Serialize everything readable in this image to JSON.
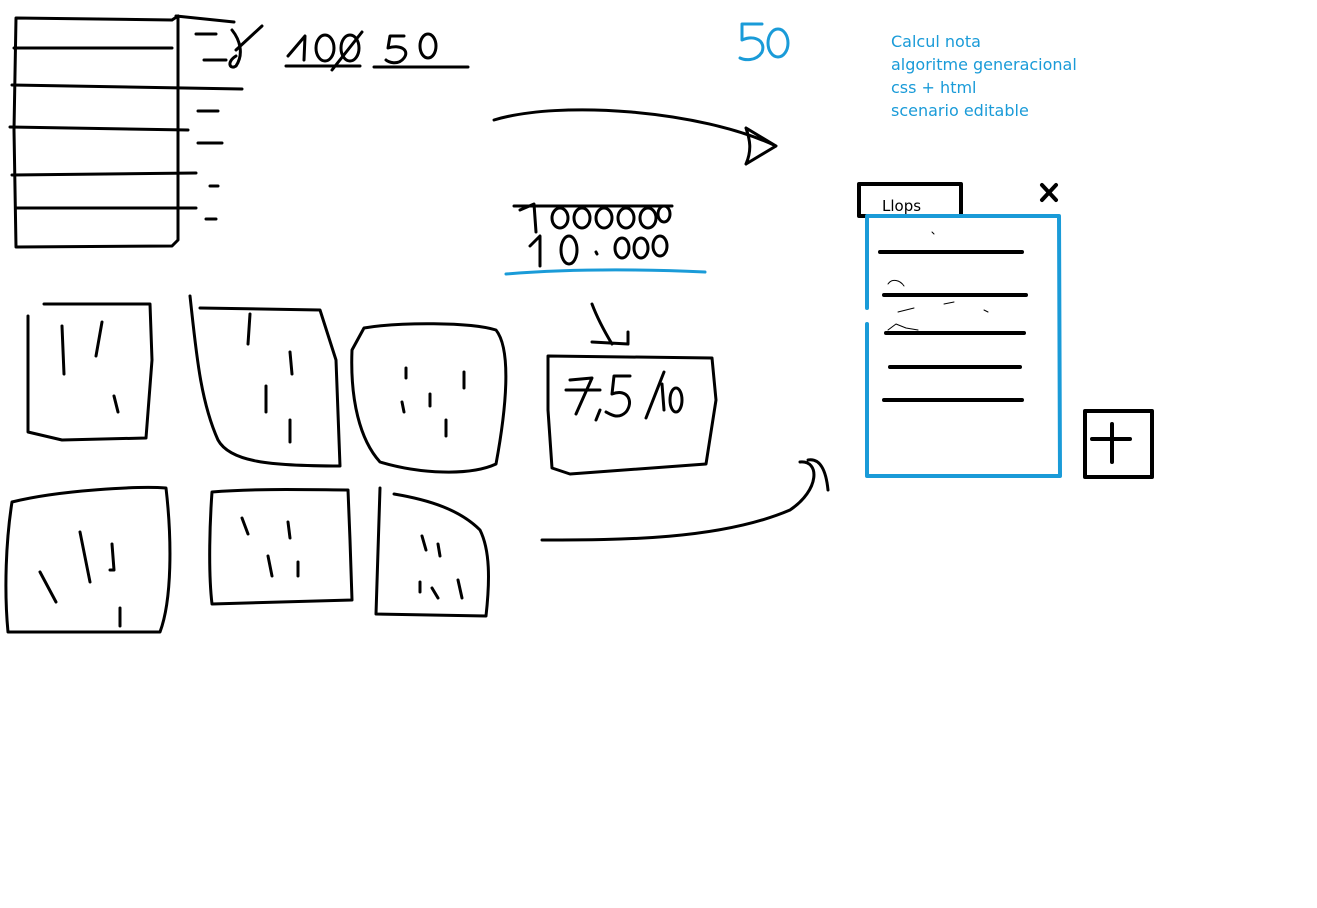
{
  "notes": {
    "lines": [
      "Calcul nota",
      "algoritme generacional",
      "css + html",
      "scenario editable"
    ],
    "color": "#1a9bd8"
  },
  "panel": {
    "tab_label": "Llops",
    "close_icon": "close-icon",
    "add_icon": "plus-icon",
    "border_color": "#1a9bd8"
  },
  "sketch": {
    "handwritten_top_numbers": [
      "100",
      "50"
    ],
    "handwritten_blue_number": "50",
    "handwritten_population": "10.000",
    "handwritten_score": "7,5/10",
    "ink_color": "#000000",
    "accent_color": "#1a9bd8"
  }
}
